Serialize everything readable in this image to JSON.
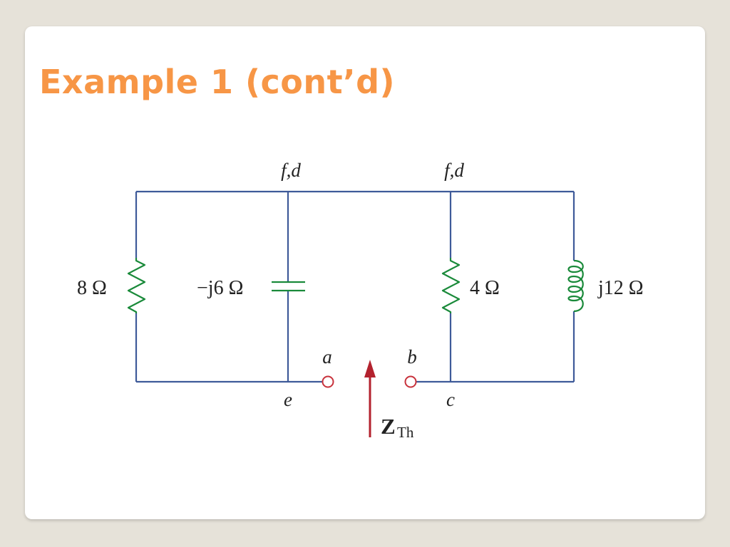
{
  "slide": {
    "title": "Example 1 (cont’d)"
  },
  "circuit": {
    "node_labels": {
      "top_left": "f,d",
      "top_right": "f,d",
      "terminal_a": "a",
      "terminal_b": "b",
      "bottom_left": "e",
      "bottom_right": "c"
    },
    "components": {
      "resistor_8": {
        "value": "8 Ω"
      },
      "capacitor": {
        "value": "−j6 Ω"
      },
      "resistor_4": {
        "value": "4 Ω"
      },
      "inductor": {
        "value": "j12 Ω"
      }
    },
    "thevenin": {
      "symbol": "Z",
      "subscript": "Th"
    },
    "colors": {
      "wire": "#3e5a99",
      "component": "#1a8a3a",
      "terminal": "#c8323c",
      "arrow": "#b3222e",
      "title": "#f79646"
    }
  }
}
